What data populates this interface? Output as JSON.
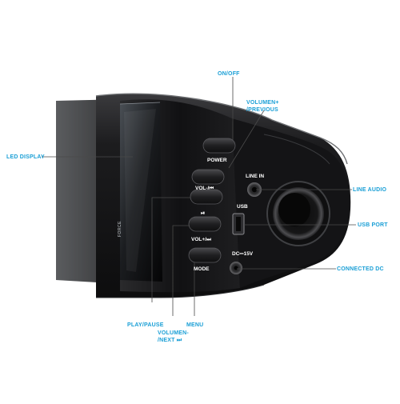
{
  "callouts": {
    "on_off": "ON/OFF",
    "volume_previous_line1": "VOLUMEN+",
    "volume_previous_line2": "/PREVIOUS",
    "led_display": "LED DISPLAY",
    "line_audio": "LINE AUDIO",
    "usb_port": "USB PORT",
    "connected_dc": "CONNECTED DC",
    "play_pause": "PLAY/PAUSE",
    "volume_next_line1": "VOLUMEN-",
    "volume_next_line2": "/NEXT ⏭",
    "menu": "MENU"
  },
  "device": {
    "buttons": {
      "power": "POWER",
      "vol_prev": "VOL-/⏮",
      "play_pause": "⏯",
      "vol_next": "VOL+/⏭",
      "mode": "MODE"
    },
    "ports": {
      "line_in": "LINE IN",
      "usb": "USB",
      "dc": "DC⎓15V"
    },
    "brand": "FORCE"
  },
  "colors": {
    "callout": "#1a9fd6",
    "device_body": "#1b1b1d",
    "background": "#ffffff"
  }
}
